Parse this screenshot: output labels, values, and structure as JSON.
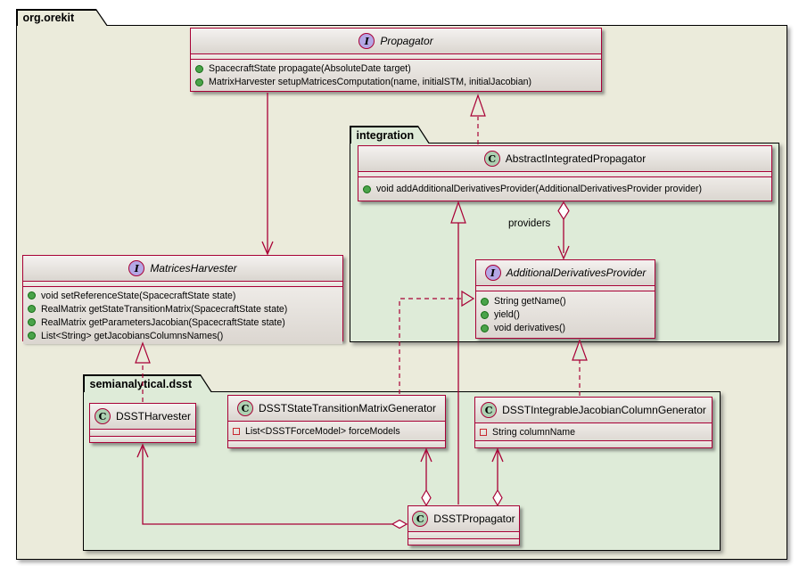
{
  "root_package": {
    "name": "org.orekit"
  },
  "packages": {
    "integration": {
      "name": "integration"
    },
    "dsst": {
      "name": "semianalytical.dsst"
    }
  },
  "classes": {
    "propagator": {
      "spot": "I",
      "stereotype": "interface",
      "name": "Propagator",
      "methods": [
        "SpacecraftState propagate(AbsoluteDate target)",
        "MatrixHarvester setupMatricesComputation(name, initialSTM, initialJacobian)"
      ]
    },
    "abstract_integrated_propagator": {
      "spot": "C",
      "stereotype": "class",
      "name": "AbstractIntegratedPropagator",
      "methods": [
        "void addAdditionalDerivativesProvider(AdditionalDerivativesProvider provider)"
      ]
    },
    "matrices_harvester": {
      "spot": "I",
      "stereotype": "interface",
      "name": "MatricesHarvester",
      "methods": [
        "void setReferenceState(SpacecraftState state)",
        "RealMatrix getStateTransitionMatrix(SpacecraftState state)",
        "RealMatrix getParametersJacobian(SpacecraftState state)",
        "List<String> getJacobiansColumnsNames()"
      ]
    },
    "additional_derivatives_provider": {
      "spot": "I",
      "stereotype": "interface",
      "name": "AdditionalDerivativesProvider",
      "methods": [
        "String getName()",
        "yield()",
        "void derivatives()"
      ]
    },
    "dsst_harvester": {
      "spot": "C",
      "stereotype": "class",
      "name": "DSSTHarvester"
    },
    "dsst_stm_generator": {
      "spot": "C",
      "stereotype": "class",
      "name": "DSSTStateTransitionMatrixGenerator",
      "fields": [
        "List<DSSTForceModel> forceModels"
      ]
    },
    "dsst_ijc_generator": {
      "spot": "C",
      "stereotype": "class",
      "name": "DSSTIntegrableJacobianColumnGenerator",
      "fields": [
        "String columnName"
      ]
    },
    "dsst_propagator": {
      "spot": "C",
      "stereotype": "class",
      "name": "DSSTPropagator"
    }
  },
  "labels": {
    "providers": "providers"
  },
  "colors": {
    "line": "#A80036",
    "package_fill": "#EBEBDB",
    "subpackage_fill": "#DEEBD8",
    "interface_spot": "#B4A7E5",
    "class_spot": "#ADD1B2",
    "public_method_icon": "#4AA34A",
    "field_icon": "#C82930"
  }
}
